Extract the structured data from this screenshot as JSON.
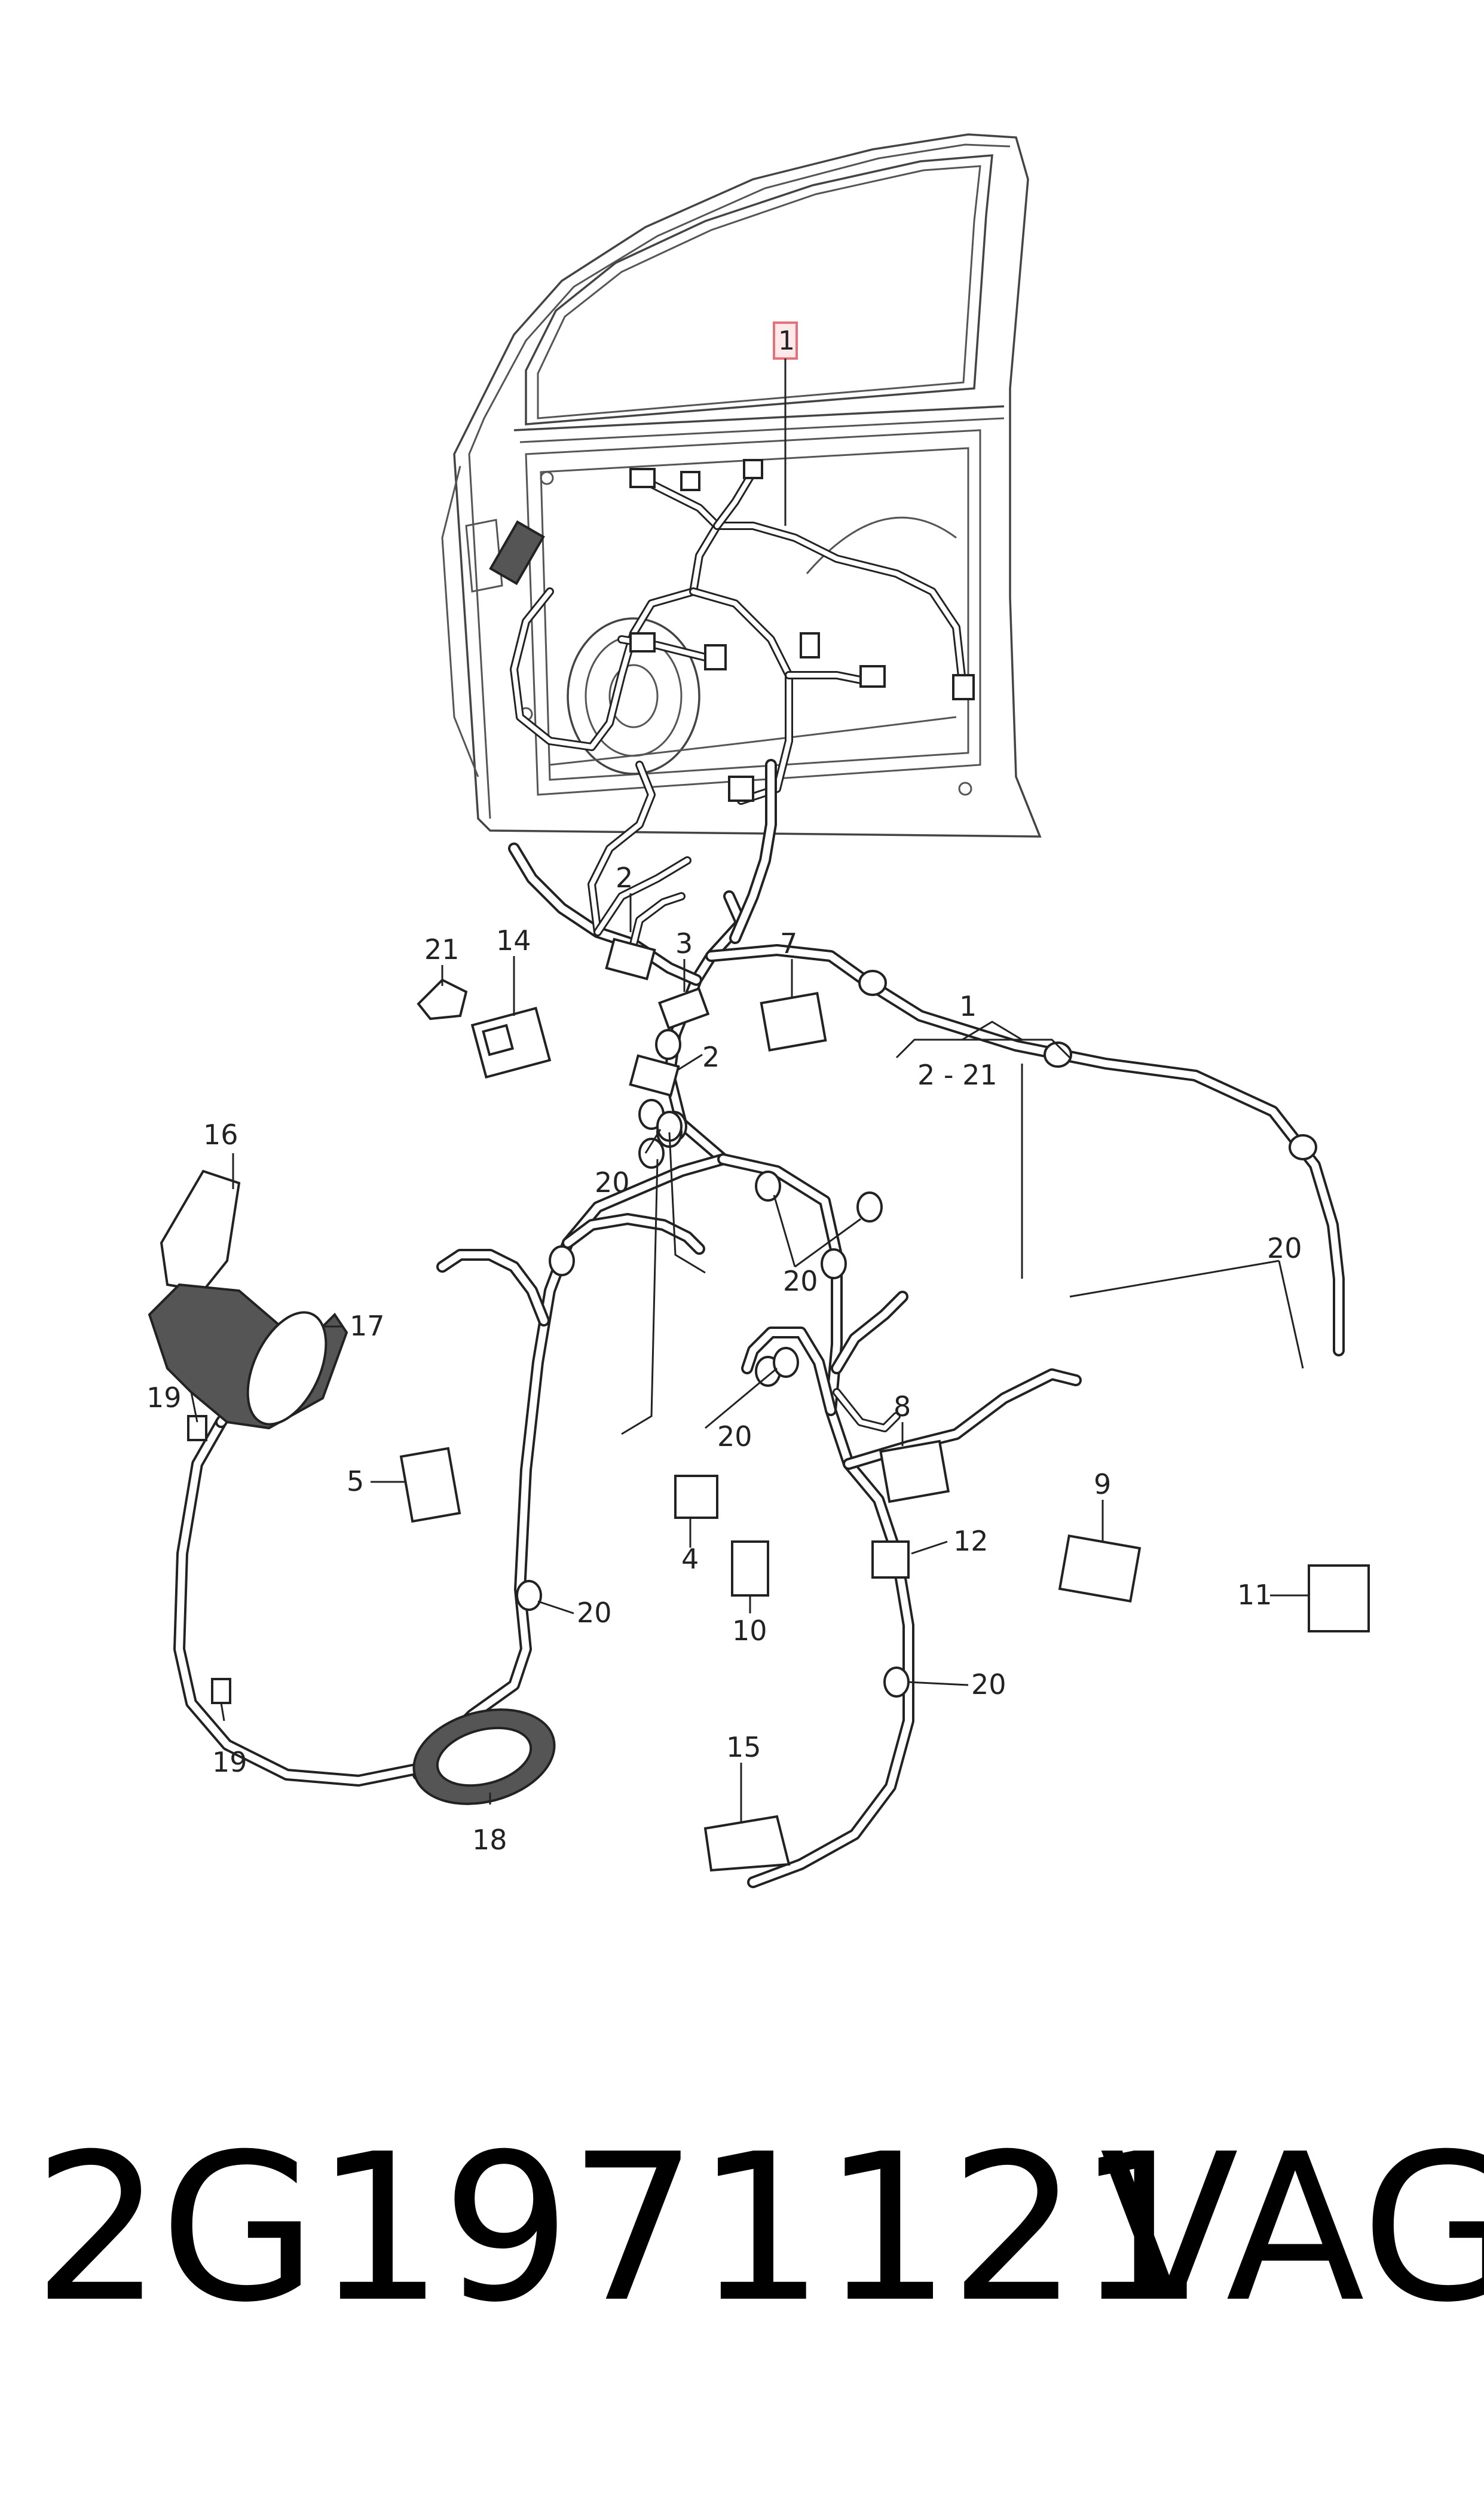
{
  "diagram": {
    "callouts": {
      "c1_top": "1",
      "c1": "1",
      "range": "2 - 21",
      "c2a": "2",
      "c2b": "2",
      "c3": "3",
      "c4": "4",
      "c5": "5",
      "c7": "7",
      "c8": "8",
      "c9": "9",
      "c10": "10",
      "c11": "11",
      "c12": "12",
      "c14": "14",
      "c15": "15",
      "c16": "16",
      "c17": "17",
      "c18": "18",
      "c19a": "19",
      "c19b": "19",
      "c20a": "20",
      "c20b": "20",
      "c20c": "20",
      "c20d": "20",
      "c20e": "20",
      "c20f": "20",
      "c21": "21"
    }
  },
  "footer": {
    "part_number": "2G1971121",
    "brand": "VAG"
  },
  "colors": {
    "line": "#222222",
    "highlight": "#e8707a",
    "background": "#ffffff"
  }
}
